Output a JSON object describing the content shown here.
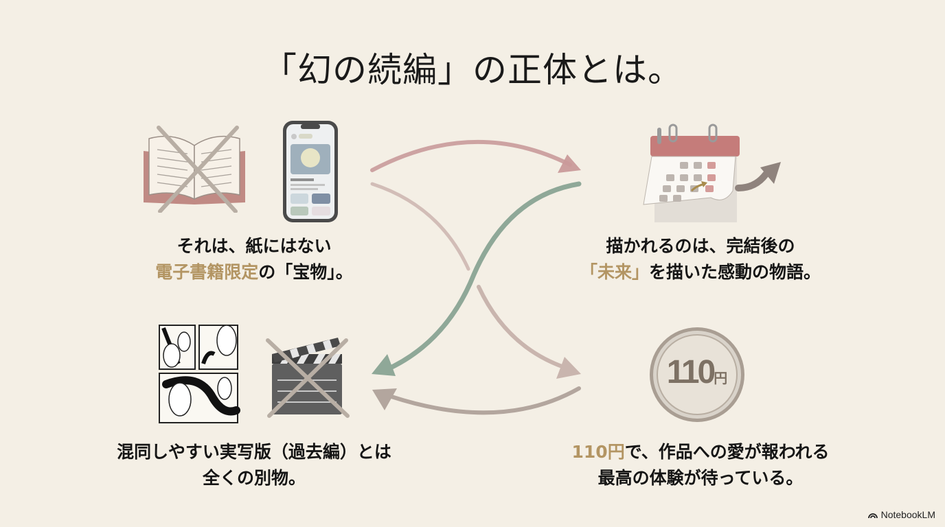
{
  "title": "「幻の続編」の正体とは。",
  "colors": {
    "background": "#F4EFE5",
    "accent_gold": "#B39563",
    "arrow_rose": "#C99A9A",
    "arrow_green": "#8FA898",
    "arrow_taupe": "#B3A69E",
    "text": "#151515"
  },
  "panels": {
    "top_left": {
      "icons": [
        "crossed-out-paper-book-icon",
        "smartphone-ebook-icon"
      ],
      "line1": "それは、紙にはない",
      "line2_accent": "電子書籍限定",
      "line2_rest": "の「宝物」。"
    },
    "top_right": {
      "icons": [
        "calendar-future-arrow-icon"
      ],
      "line1": "描かれるのは、完結後の",
      "line2_accent": "「未来」",
      "line2_rest": "を描いた感動の物語。"
    },
    "bottom_left": {
      "icons": [
        "manga-panels-icon",
        "crossed-out-clapperboard-icon"
      ],
      "line1": "混同しやすい実写版（過去編）とは",
      "line2": "全くの別物。"
    },
    "bottom_right": {
      "icons": [
        "coin-110-yen-icon"
      ],
      "coin_label": "110",
      "coin_unit": "円",
      "line1_accent": "110円",
      "line1_rest": "で、作品への愛が報われる",
      "line2": "最高の体験が待っている。"
    }
  },
  "branding": {
    "label": "NotebookLM"
  }
}
